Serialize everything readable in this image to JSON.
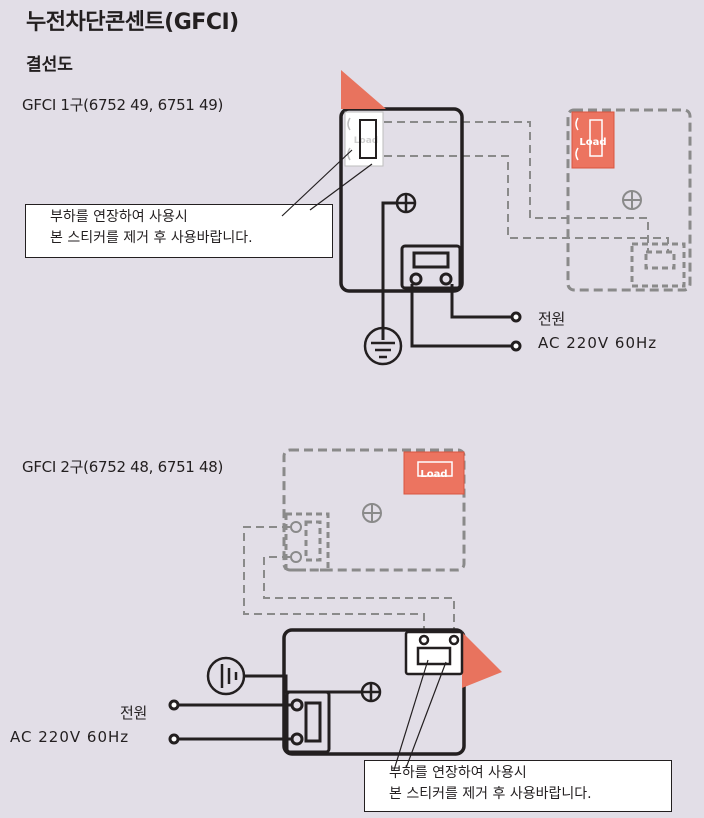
{
  "title": "누전차단콘센트(GFCI)",
  "section": "결선도",
  "diagrams": [
    {
      "model_label": "GFCI 1구(6752 49, 6751 49)",
      "load_label": "Load",
      "power_label": "전원",
      "power_spec": "AC 220V 60Hz",
      "note_lines": [
        "부하를 연장하여 사용시",
        "본 스티커를 제거 후 사용바랍니다."
      ]
    },
    {
      "model_label": "GFCI 2구(6752 48, 6751 48)",
      "load_label": "Load",
      "power_label": "전원",
      "power_spec": "AC 220V 60Hz",
      "note_lines": [
        "부하를 연장하여 사용시",
        "본 스티커를 제거 후 사용바랍니다."
      ]
    }
  ],
  "colors": {
    "background": "#e2dee7",
    "line": "#231f20",
    "dashed": "#8a8a8a",
    "load_fill": "#ec7460",
    "arrow": "#e8735e"
  }
}
